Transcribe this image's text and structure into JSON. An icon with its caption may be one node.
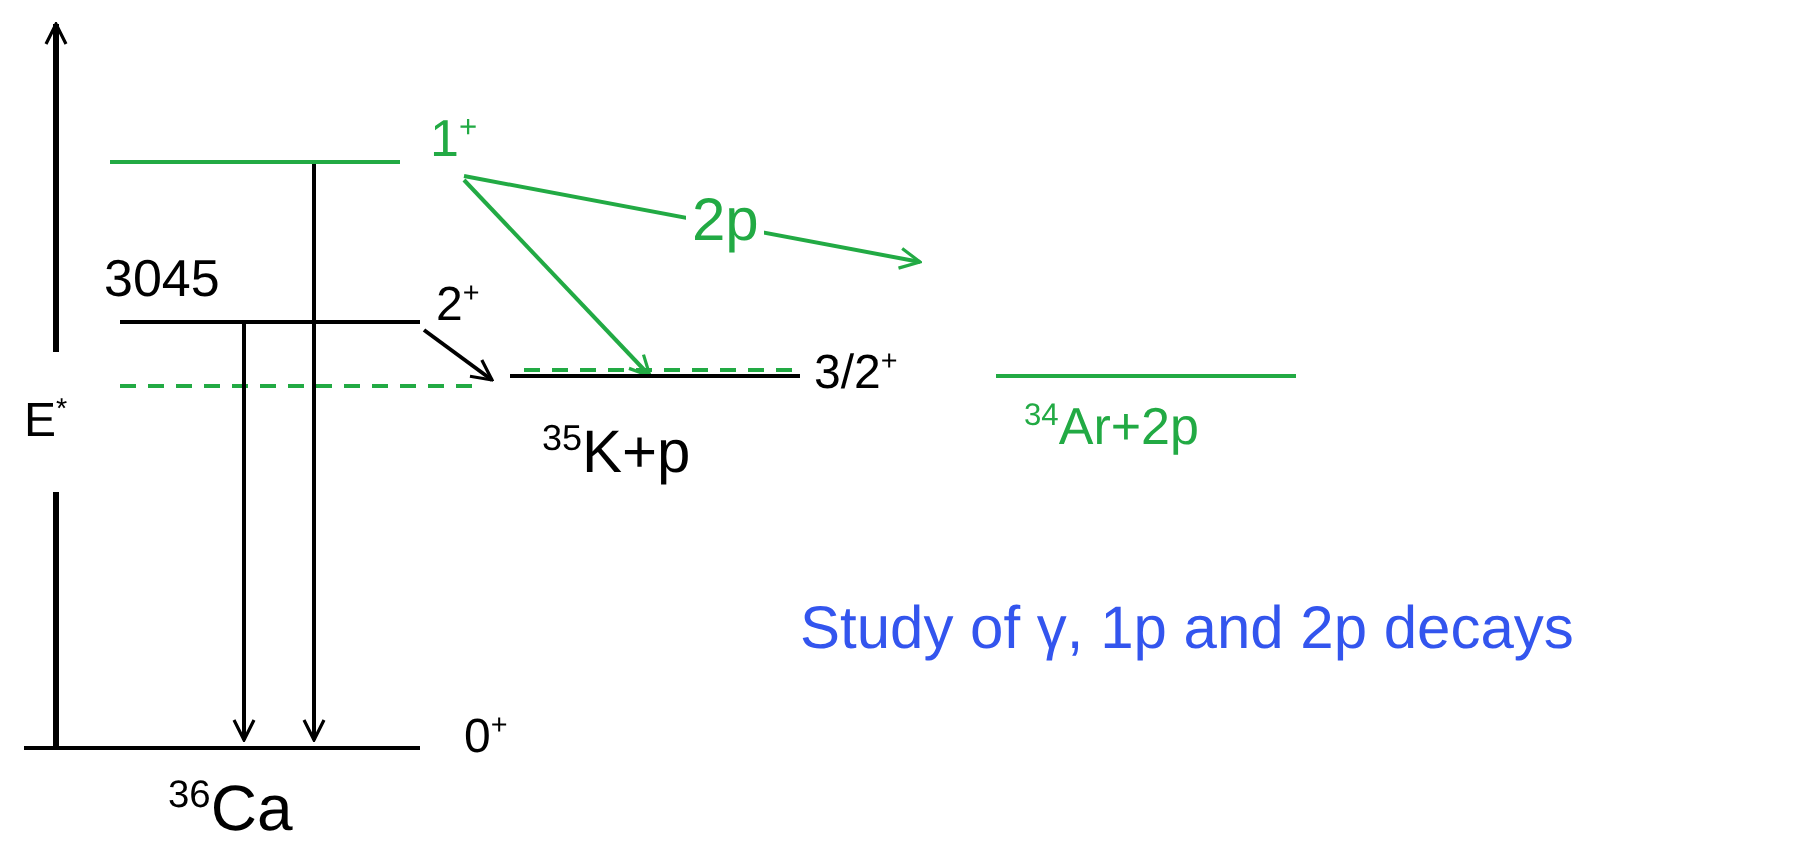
{
  "diagram": {
    "nodes": [
      {
        "text": [
          "1$^{+}$"
        ]
      },
      {
        "text": [
          "3045",
          "2$^{+}$"
        ]
      },
      {
        "text": [
          "3/2$^{+}$",
          "$^{35}$K+p"
        ]
      },
      {
        "text": [
          "$^{34}$Ar+2p"
        ]
      },
      {
        "text": [
          "0$^{+}$",
          "$^{36}$Ca"
        ]
      }
    ],
    "edges": [
      {
        "from": 1,
        "to": 4,
        "arrow": "to"
      },
      {
        "from": 0,
        "to": 4,
        "arrow": "to"
      },
      {
        "from": 1,
        "to": 2,
        "arrow": "to"
      },
      {
        "from": 0,
        "to": 2,
        "arrow": "to",
        "color": "#22aa44"
      },
      {
        "from": 0,
        "to": null,
        "arrow": "to",
        "label": "2p",
        "color": "#22aa44"
      }
    ],
    "labels": [
      "E$^{*}$",
      "Study of γ, 1p and 2p decays"
    ]
  }
}
